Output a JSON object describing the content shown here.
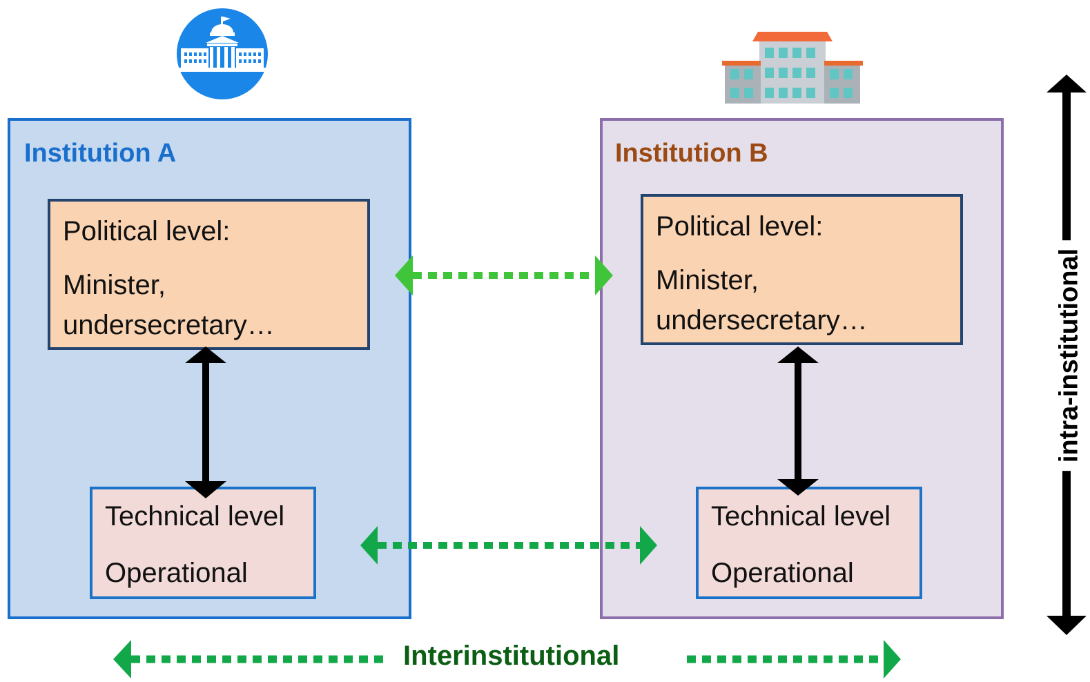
{
  "institution_a": {
    "title": "Institution A",
    "title_color": "#1a6fcc",
    "fill": "#c6d9ef",
    "border": "#1a6fcc",
    "icon": "government-building-icon",
    "icon_color": "#1a86e8",
    "political": {
      "heading": "Political level:",
      "line1": "Minister,",
      "line2": "undersecretary…"
    },
    "technical": {
      "heading": "Technical level",
      "line1": "Operational"
    }
  },
  "institution_b": {
    "title": "Institution B",
    "title_color": "#9a4a12",
    "fill": "#e5dfeb",
    "border": "#8c6eab",
    "icon": "office-building-icon",
    "political": {
      "heading": "Political level:",
      "line1": "Minister,",
      "line2": "undersecretary…"
    },
    "technical": {
      "heading": "Technical level",
      "line1": "Operational"
    }
  },
  "relations": {
    "interinstitutional_label": "Interinstitutional",
    "interinstitutional_color": "#0b5e14",
    "intrainstitutional_label": "intra-institutional",
    "dotted_arrow_light": "#3fc43a",
    "dotted_arrow_dark": "#12a84a",
    "solid_arrow": "#000000"
  }
}
